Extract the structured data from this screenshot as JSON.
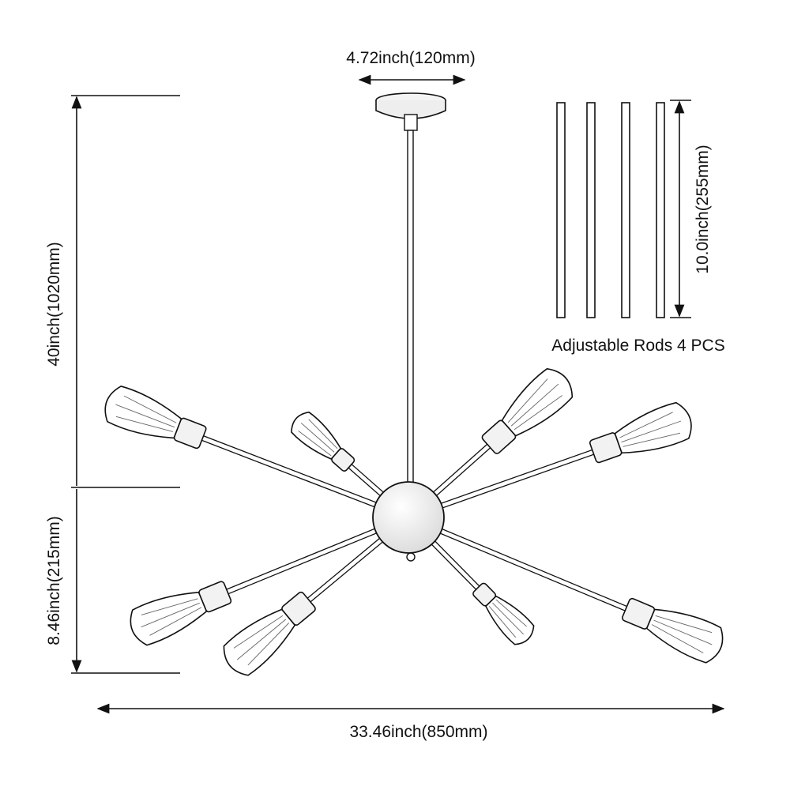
{
  "dimensions": {
    "canopy_width": "4.72inch(120mm)",
    "total_height": "40inch(1020mm)",
    "fixture_height": "8.46inch(215mm)",
    "total_width": "33.46inch(850mm)",
    "rod_length": "10.0inch(255mm)"
  },
  "rods_caption": "Adjustable Rods 4 PCS"
}
